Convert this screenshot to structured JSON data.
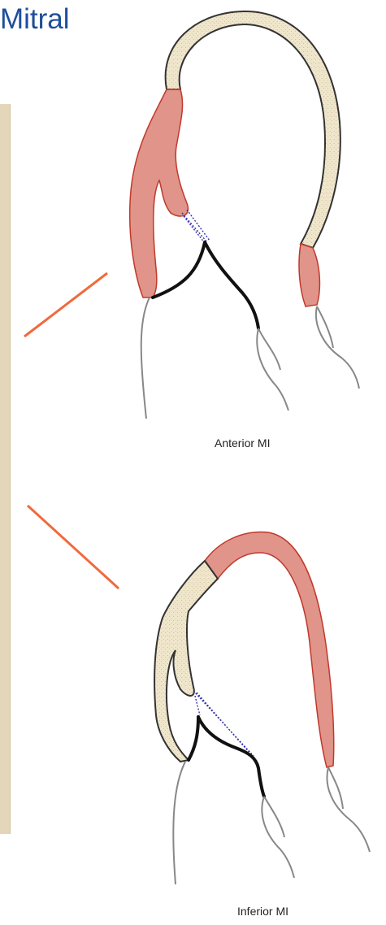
{
  "slide": {
    "title": "Mitral",
    "title_color": "#1f4e9a",
    "panel_color": "#e4d6b9",
    "pointer_color": "#f06a3c"
  },
  "figures": [
    {
      "caption": "Anterior MI",
      "infarct_color": "#e0948a",
      "normal_wall_color": "#efe6cc"
    },
    {
      "caption": "Inferior MI",
      "infarct_color": "#e0948a",
      "normal_wall_color": "#efe6cc"
    }
  ]
}
